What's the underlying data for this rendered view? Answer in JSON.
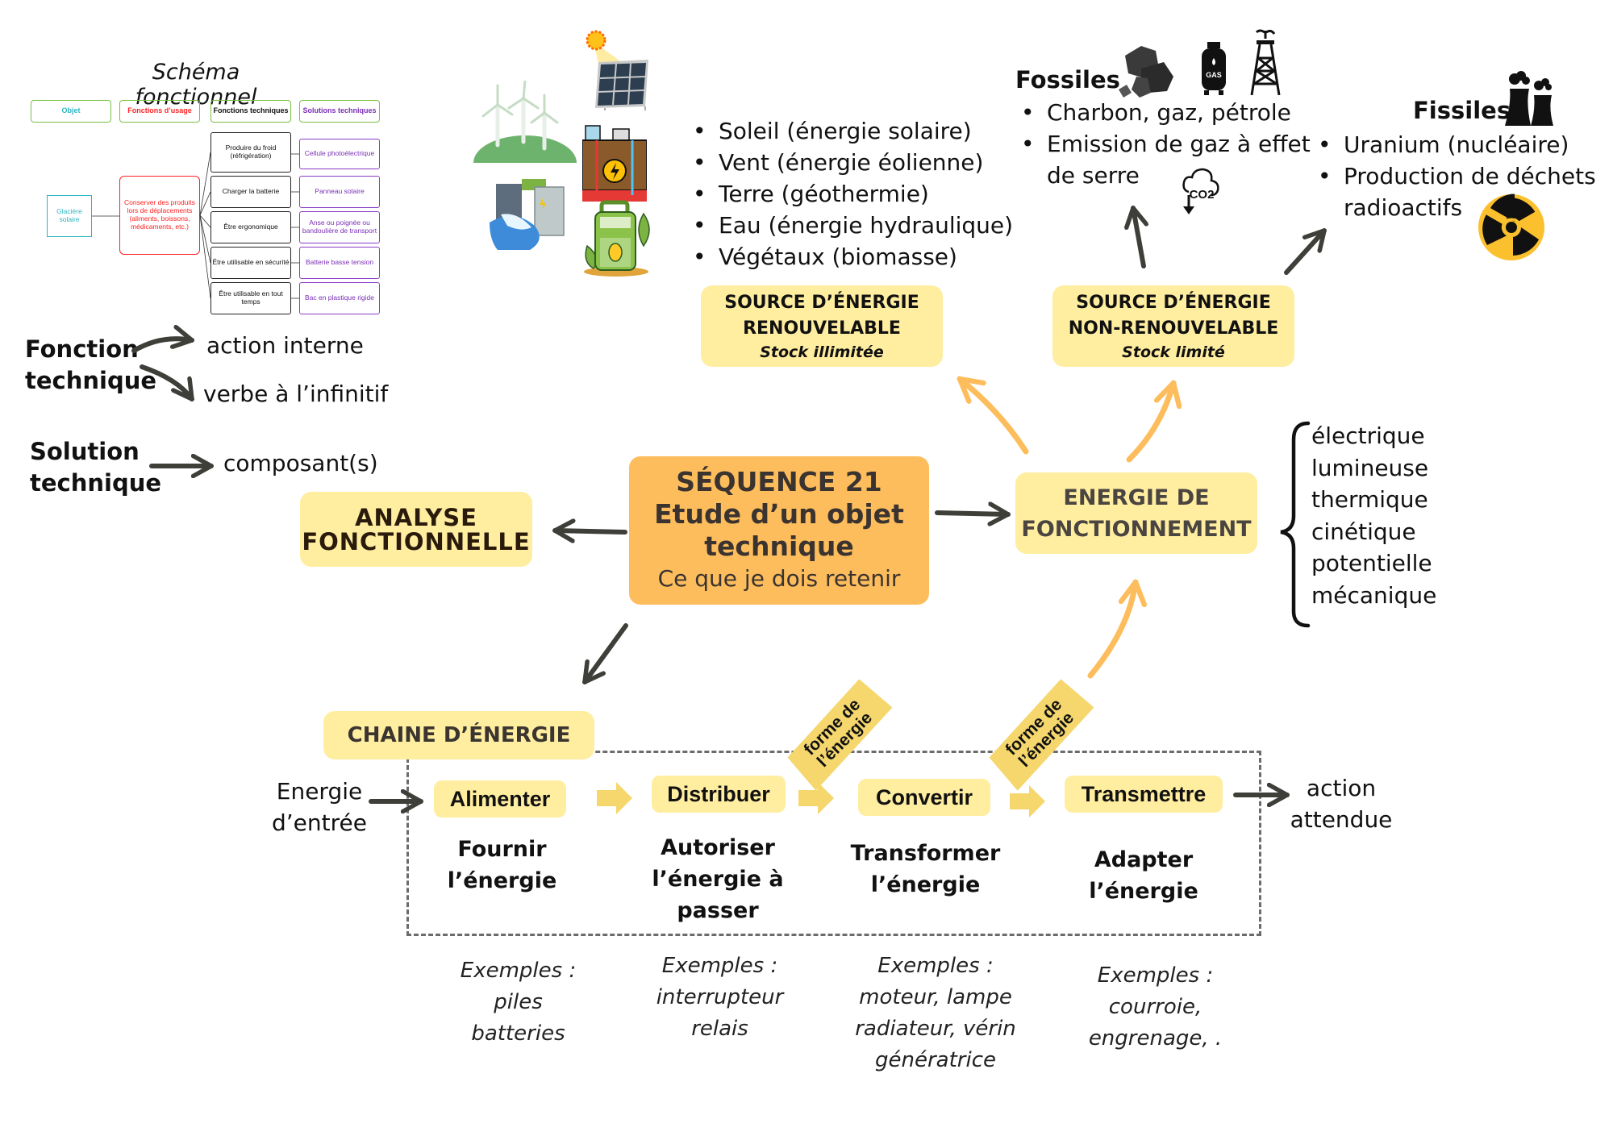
{
  "schema": {
    "title": "Schéma fonctionnel",
    "headers": {
      "objet": "Objet",
      "fonctions_usage": "Fonctions d’usage",
      "fonctions_techniques": "Fonctions techniques",
      "solutions_techniques": "Solutions techniques"
    },
    "objet": "Glacière solaire",
    "fonction_usage": "Conserver des produits lors de déplacements (aliments, boissons, médicaments, etc.)",
    "rows": [
      {
        "ft": "Produire du froid (réfrigération)",
        "st": "Cellule photoélectrique"
      },
      {
        "ft": "Charger la batterie",
        "st": "Panneau solaire"
      },
      {
        "ft": "Être ergonomique",
        "st": "Anse ou poignée ou bandoulière de transport"
      },
      {
        "ft": "Être utilisable en sécurité",
        "st": "Batterie basse tension"
      },
      {
        "ft": "Être utilisable en tout temps",
        "st": "Bac en plastique rigide"
      }
    ],
    "colors": {
      "objet": "#2bb5c0",
      "fonction_usage": "#ff2222",
      "solution": "#8a3cc4",
      "header_border": "#7ac142"
    }
  },
  "definitions": {
    "fonction_technique": {
      "term_line1": "Fonction",
      "term_line2": "technique",
      "meaning1": "action interne",
      "meaning2": "verbe à l’infinitif"
    },
    "solution_technique": {
      "term_line1": "Solution",
      "term_line2": "technique",
      "meaning": "composant(s)"
    }
  },
  "central": {
    "line1": "SÉQUENCE 21",
    "line2": "Etude d’un objet",
    "line3": "technique",
    "subtitle": "Ce que je dois retenir",
    "color": "#fdbd5c"
  },
  "analyse": {
    "line1": "ANALYSE",
    "line2": "FONCTIONNELLE"
  },
  "energie_fonctionnement": {
    "line1": "ENERGIE DE",
    "line2": "FONCTIONNEMENT",
    "forms": [
      "électrique",
      "lumineuse",
      "thermique",
      "cinétique",
      "potentielle",
      "mécanique"
    ]
  },
  "renewable": {
    "title_line1": "SOURCE D’ÉNERGIE",
    "title_line2": "RENOUVELABLE",
    "stock": "Stock illimitée",
    "items": [
      "Soleil (énergie solaire)",
      "Vent (énergie éolienne)",
      "Terre (géothermie)",
      "Eau (énergie hydraulique)",
      "Végétaux (biomasse)"
    ],
    "icons": [
      "solar-panel-icon",
      "wind-turbines-icon",
      "geothermal-icon",
      "hydro-dam-icon",
      "biomass-icon"
    ]
  },
  "non_renewable": {
    "title_line1": "SOURCE D’ÉNERGIE",
    "title_line2": "NON-RENOUVELABLE",
    "stock": "Stock limité",
    "fossiles": {
      "title": "Fossiles",
      "items": [
        "Charbon, gaz, pétrole",
        "Emission de gaz à effet de serre"
      ],
      "gas_label": "GAS",
      "co2_label": "CO2"
    },
    "fissiles": {
      "title": "Fissiles",
      "items": [
        "Uranium (nucléaire)",
        "Production de déchets radioactifs"
      ]
    }
  },
  "chain": {
    "label": "CHAINE D’ÉNERGIE",
    "input": {
      "line1": "Energie",
      "line2": "d’entrée"
    },
    "output": {
      "line1": "action",
      "line2": "attendue"
    },
    "forme_tag": {
      "line1": "forme de",
      "line2": "l’énergie"
    },
    "steps": [
      {
        "name": "Alimenter",
        "desc": [
          "Fournir",
          "l’énergie"
        ],
        "examples": [
          "Exemples :",
          "piles",
          "batteries"
        ]
      },
      {
        "name": "Distribuer",
        "desc": [
          "Autoriser",
          "l’énergie à",
          "passer"
        ],
        "examples": [
          "Exemples :",
          "interrupteur",
          "relais"
        ]
      },
      {
        "name": "Convertir",
        "desc": [
          "Transformer",
          "l’énergie"
        ],
        "examples": [
          "Exemples :",
          "moteur, lampe",
          "radiateur, vérin",
          "génératrice"
        ]
      },
      {
        "name": "Transmettre",
        "desc": [
          "Adapter",
          "l’énergie"
        ],
        "examples": [
          "Exemples :",
          "courroie,",
          "engrenage, ."
        ]
      }
    ]
  },
  "colors": {
    "yellow_box": "#ffeda0",
    "orange_arrow": "#fdbd5c",
    "dark_arrow": "#3f3f3a",
    "chevron": "#f5d76e",
    "dashed_border": "#6b6b6b"
  }
}
